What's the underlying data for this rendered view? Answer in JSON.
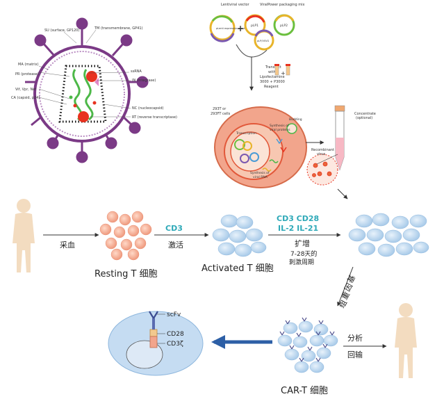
{
  "virus": {
    "labels": {
      "su": "SU (surface, GP120)",
      "tm": "TM (transmembrane, GP41)",
      "ma": "MA (matrix)",
      "pr": "PR (protease)",
      "vif": "Vif, Vpr, Nef",
      "ca": "CA (capsid, p24)",
      "ssrna": "ssRNA",
      "in": "IN (integrase)",
      "nc": "NC (nucleocapsid)",
      "rt": "RT (reverse transcriptase)"
    }
  },
  "packaging": {
    "lentiviral_vector": "Lentiviral vector",
    "viralpower_mix": "ViralPower packaging mix",
    "plenti": "pLenti expression construct",
    "plp1": "pLP1",
    "plp2": "pLP2",
    "plp_vsvg": "pLP/VSVG",
    "transfect": [
      "Transfect",
      "with",
      "Lipofectamine",
      "3000 + P3000",
      "Reagent"
    ],
    "cells": [
      "293T or",
      "293FT cells"
    ],
    "transcription": "Transcription",
    "synthesis_proteins": [
      "Synthesis of",
      "viral proteins"
    ],
    "budding": "Budding",
    "synthesis_rna": [
      "Synthesis of",
      "viral RNA"
    ],
    "recombinant": [
      "Recombinant",
      "virus"
    ],
    "concentrate": [
      "Concentrate",
      "(optional)"
    ]
  },
  "workflow": {
    "collect": "采血",
    "resting": "Resting T 细胞",
    "cd3": "CD3",
    "activate": "激活",
    "activated": "Activated T 细胞",
    "stim_line1": "CD3  CD28",
    "stim_line2": "IL-2  IL-21",
    "expand": "扩增",
    "period_line1": "7-28天的",
    "period_line2": "刺激周期",
    "gene_chars": [
      "基",
      "因",
      "重",
      "组"
    ],
    "analyze": "分析",
    "infuse": "回输",
    "cart": "CAR-T 细胞",
    "scfv": "scFv",
    "cd28": "CD28",
    "cd3z": "CD3ζ"
  },
  "colors": {
    "virus_purple": "#7b3a86",
    "red": "#e8321f",
    "green": "#4db848",
    "skin": "#f3dcc0",
    "cell_blue": "#c5dcf2",
    "resting": "#f2a58c",
    "arrow_blue": "#2d5fa6",
    "cyan": "#2ea9b8"
  }
}
